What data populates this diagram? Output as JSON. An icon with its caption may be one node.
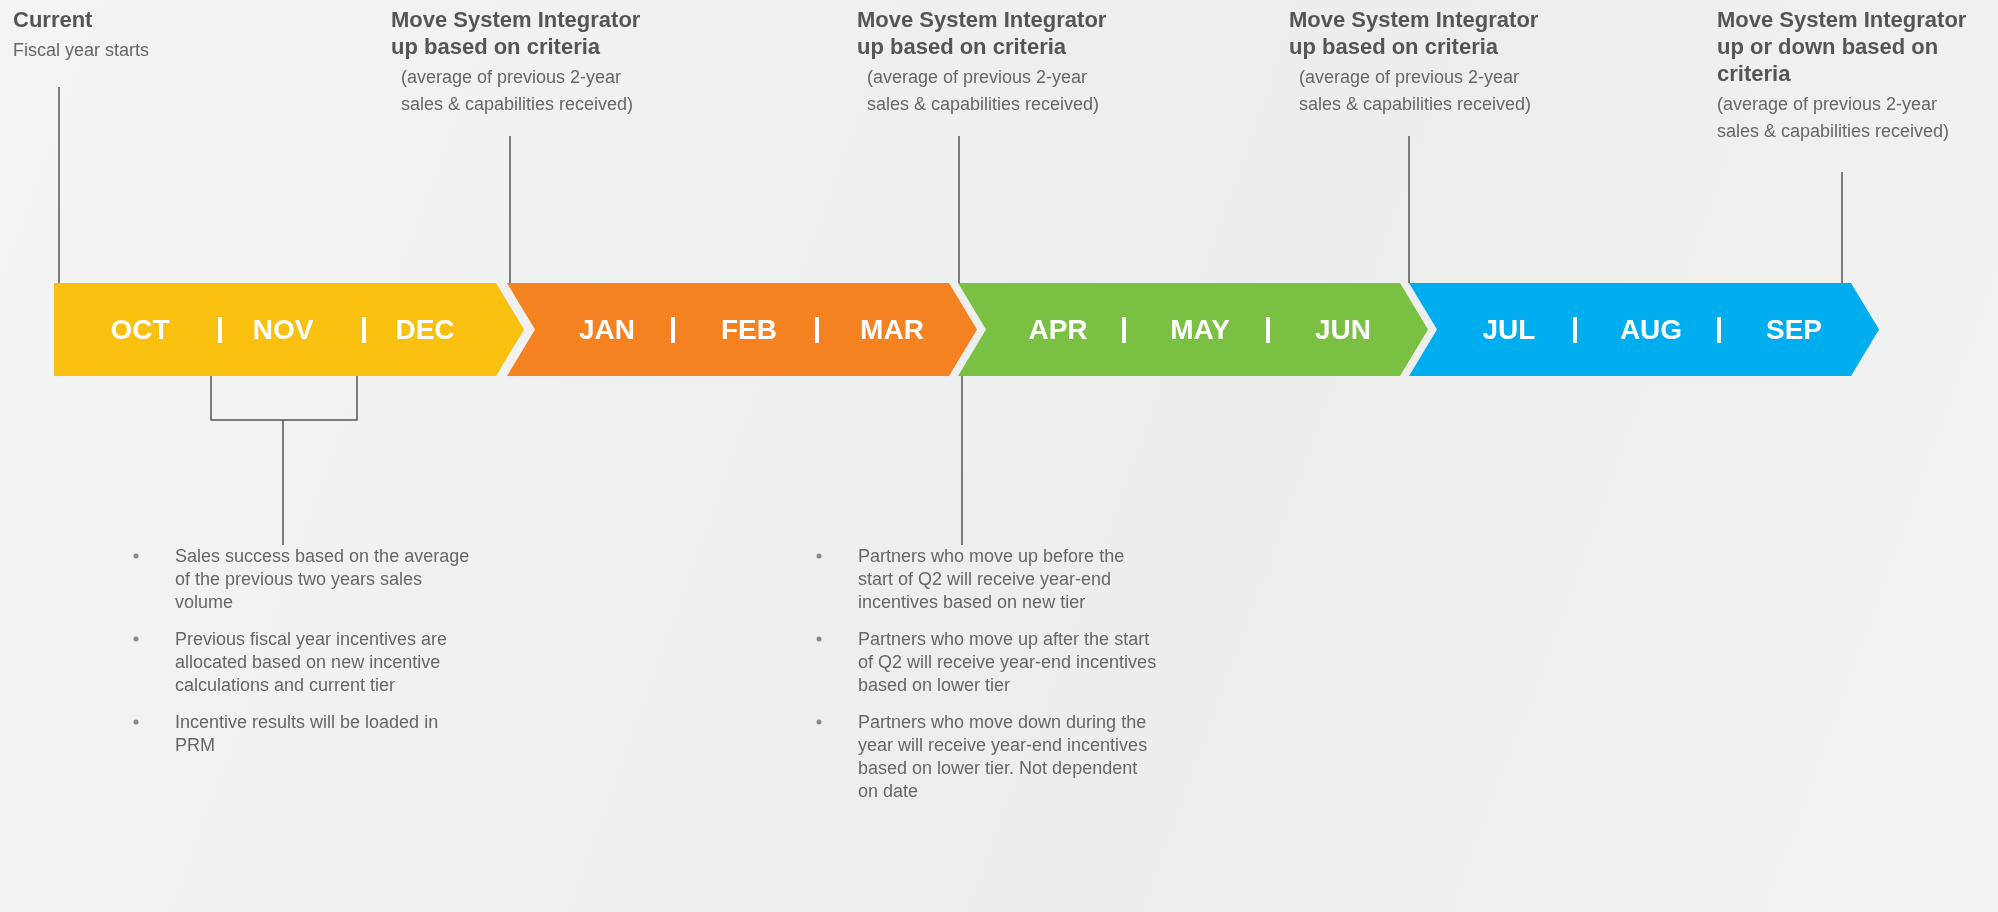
{
  "diagram": {
    "nodes": [
      {
        "text": [
          "Current",
          "Fiscal year starts"
        ]
      },
      {
        "text": [
          "Move System Integrator up based on criteria",
          "(average of previous 2-year sales & capabilities received)"
        ]
      },
      {
        "text": [
          "Move System Integrator up based on criteria",
          "(average of previous 2-year sales & capabilities received)"
        ]
      },
      {
        "text": [
          "Move System Integrator up based on criteria",
          "(average of previous 2-year sales & capabilities received)"
        ]
      },
      {
        "text": [
          "Move System Integrator up or down based on criteria",
          "(average of previous 2-year sales & capabilities received)"
        ]
      },
      {
        "text": [
          "OCT",
          "NOV",
          "DEC"
        ]
      },
      {
        "text": [
          "JAN",
          "FEB",
          "MAR"
        ]
      },
      {
        "text": [
          "APR",
          "MAY",
          "JUN"
        ]
      },
      {
        "text": [
          "JUL",
          "AUG",
          "SEP"
        ]
      },
      {
        "text": [
          "Sales success based on the average of the previous two years sales volume",
          "Previous fiscal year incentives are allocated based on new incentive calculations and current tier",
          "Incentive results will be loaded in PRM"
        ]
      },
      {
        "text": [
          "Partners who move up before the start of Q2 will receive year-end incentives based on new tier",
          "Partners who move up after the start of Q2 will receive year-end incentives based on lower tier",
          "Partners who move down during the year will receive year-end incentives based on lower tier. Not dependent on date"
        ]
      }
    ],
    "edges": [
      {
        "from": 0,
        "to": 5,
        "arrow": "none"
      },
      {
        "from": 1,
        "to": 6,
        "arrow": "none"
      },
      {
        "from": 2,
        "to": 7,
        "arrow": "none"
      },
      {
        "from": 3,
        "to": 8,
        "arrow": "none"
      },
      {
        "from": 4,
        "to": 8,
        "arrow": "none"
      },
      {
        "from": 9,
        "to": 5,
        "arrow": "none"
      },
      {
        "from": 10,
        "to": 7,
        "arrow": "none"
      }
    ]
  }
}
